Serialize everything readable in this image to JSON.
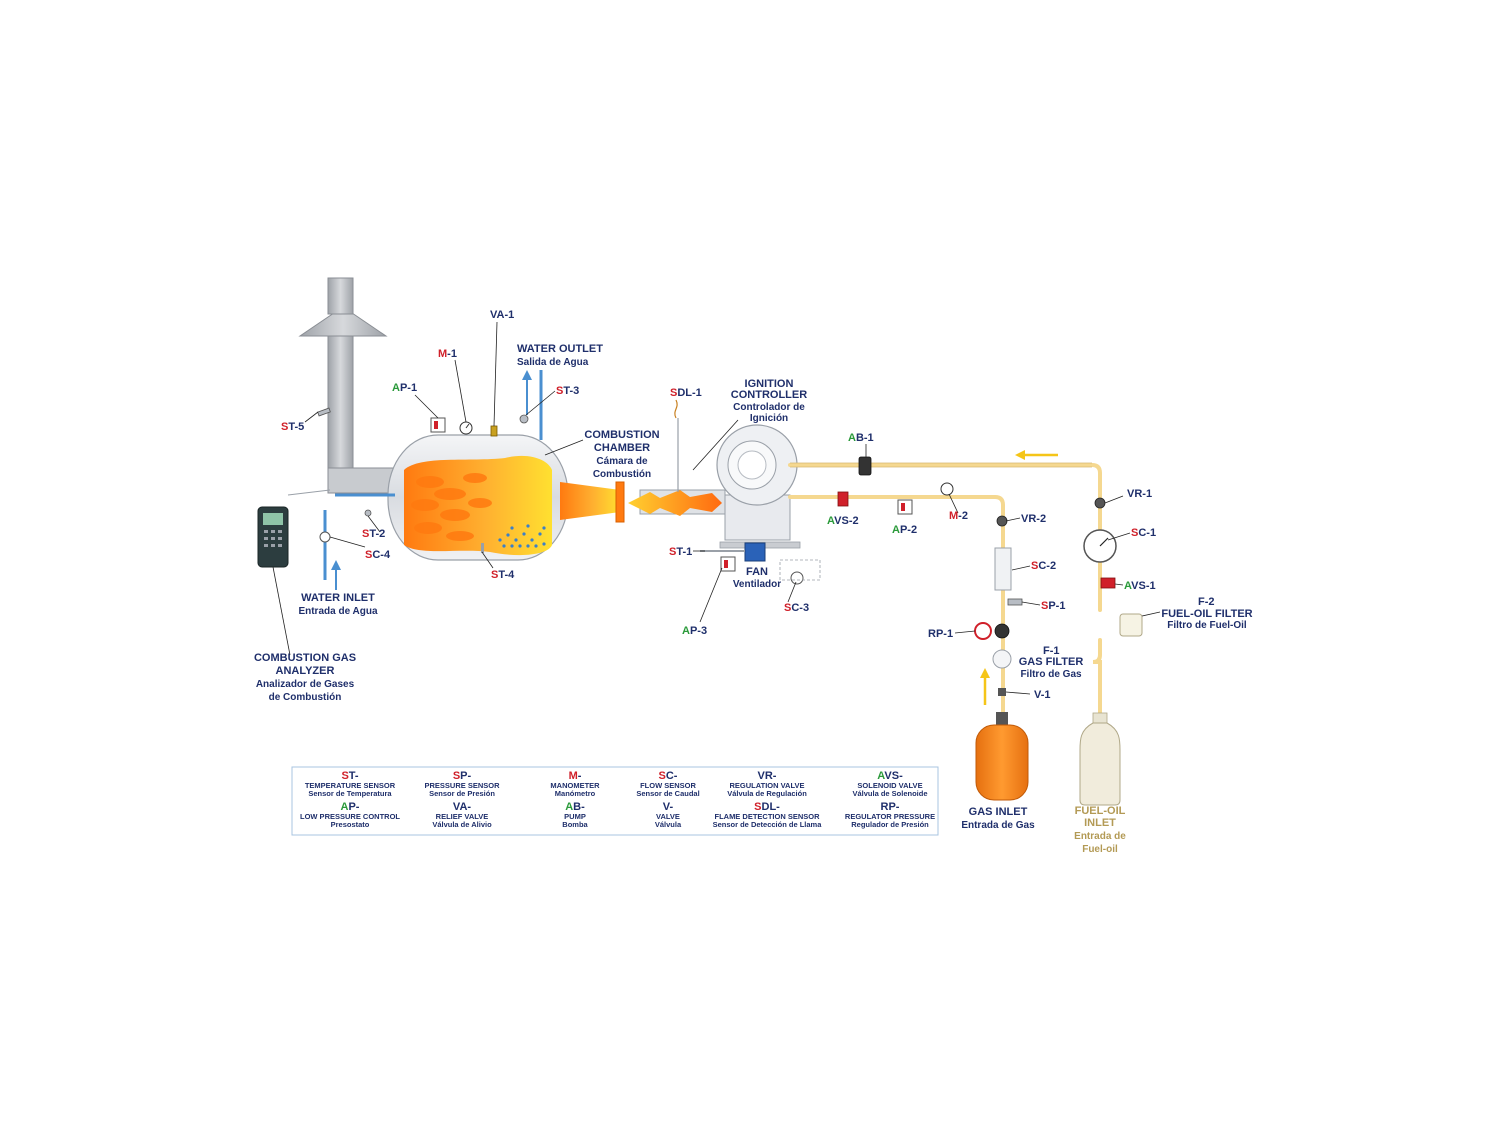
{
  "colors": {
    "gas_pipe": "#f5d890",
    "water_pipe": "#4a8fd0",
    "flame": "#ff8c1a",
    "chamber": "#e6e8ec",
    "gas_bottle": "#f08a20",
    "text": "#1f2f6b",
    "letter_red": "#d0202a",
    "letter_green": "#2a9a3a",
    "fuel_text": "#b39a55"
  },
  "components": {
    "va1": {
      "prefix": "V",
      "rest": "A-1"
    },
    "m1": {
      "prefix": "M",
      "rest": "-1"
    },
    "ap1": {
      "prefix": "A",
      "rest": "P-1"
    },
    "st5": {
      "prefix": "S",
      "rest": "T-5"
    },
    "st3": {
      "prefix": "S",
      "rest": "T-3"
    },
    "st2": {
      "prefix": "S",
      "rest": "T-2"
    },
    "sc4": {
      "prefix": "S",
      "rest": "C-4"
    },
    "st4": {
      "prefix": "S",
      "rest": "T-4"
    },
    "sdl1": {
      "prefix": "S",
      "rest": "DL-1"
    },
    "st1": {
      "prefix": "S",
      "rest": "T-1"
    },
    "ap3": {
      "prefix": "A",
      "rest": "P-3"
    },
    "sc3": {
      "prefix": "S",
      "rest": "C-3"
    },
    "ab1": {
      "prefix": "A",
      "rest": "B-1"
    },
    "avs2": {
      "prefix": "A",
      "rest": "VS-2"
    },
    "ap2": {
      "prefix": "A",
      "rest": "P-2"
    },
    "m2": {
      "prefix": "M",
      "rest": "-2"
    },
    "vr2": {
      "prefix": "V",
      "rest": "R-2"
    },
    "sc2": {
      "prefix": "S",
      "rest": "C-2"
    },
    "sp1": {
      "prefix": "S",
      "rest": "P-1"
    },
    "rp1": {
      "prefix": "R",
      "rest": "P-1"
    },
    "f1": {
      "prefix": "F",
      "rest": "-1"
    },
    "v1": {
      "prefix": "V",
      "rest": "-1"
    },
    "vr1": {
      "prefix": "V",
      "rest": "R-1"
    },
    "sc1": {
      "prefix": "S",
      "rest": "C-1"
    },
    "avs1": {
      "prefix": "A",
      "rest": "VS-1"
    },
    "f2": {
      "prefix": "F",
      "rest": "-2"
    }
  },
  "labels": {
    "water_outlet_en": "WATER OUTLET",
    "water_outlet_es": "Salida de Agua",
    "combustion_chamber_en_1": "COMBUSTION",
    "combustion_chamber_en_2": "CHAMBER",
    "combustion_chamber_es_1": "Cámara de",
    "combustion_chamber_es_2": "Combustión",
    "ignition_en_1": "IGNITION",
    "ignition_en_2": "CONTROLLER",
    "ignition_es_1": "Controlador de",
    "ignition_es_2": "Ignición",
    "water_inlet_en": "WATER INLET",
    "water_inlet_es": "Entrada de Agua",
    "fan_en": "FAN",
    "fan_es": "Ventilador",
    "analyzer_en_1": "COMBUSTION GAS",
    "analyzer_en_2": "ANALYZER",
    "analyzer_es_1": "Analizador de Gases",
    "analyzer_es_2": "de Combustión",
    "gas_filter_en": "GAS FILTER",
    "gas_filter_es": "Filtro de Gas",
    "fuel_filter_en": "FUEL-OIL FILTER",
    "fuel_filter_es": "Filtro de Fuel-Oil",
    "gas_inlet_en": "GAS INLET",
    "gas_inlet_es": "Entrada de Gas",
    "fuel_inlet_en_1": "FUEL-OIL",
    "fuel_inlet_en_2": "INLET",
    "fuel_inlet_es_1": "Entrada de",
    "fuel_inlet_es_2": "Fuel-oil"
  },
  "legend": [
    {
      "prefix": "S",
      "rest": "T-",
      "color": "red",
      "en": "TEMPERATURE SENSOR",
      "es": "Sensor de Temperatura"
    },
    {
      "prefix": "S",
      "rest": "P-",
      "color": "red",
      "en": "PRESSURE SENSOR",
      "es": "Sensor de Presión"
    },
    {
      "prefix": "M",
      "rest": "-",
      "color": "red",
      "en": "MANOMETER",
      "es": "Manómetro"
    },
    {
      "prefix": "S",
      "rest": "C-",
      "color": "red",
      "en": "FLOW SENSOR",
      "es": "Sensor de Caudal"
    },
    {
      "prefix": "V",
      "rest": "R-",
      "color": "blue",
      "en": "REGULATION VALVE",
      "es": "Válvula de Regulación"
    },
    {
      "prefix": "A",
      "rest": "VS-",
      "color": "green",
      "en": "SOLENOID VALVE",
      "es": "Válvula de Solenoide"
    },
    {
      "prefix": "A",
      "rest": "P-",
      "color": "green",
      "en": "LOW PRESSURE CONTROL",
      "es": "Presostato"
    },
    {
      "prefix": "V",
      "rest": "A-",
      "color": "blue",
      "en": "RELIEF VALVE",
      "es": "Válvula de Alivio"
    },
    {
      "prefix": "A",
      "rest": "B-",
      "color": "green",
      "en": "PUMP",
      "es": "Bomba"
    },
    {
      "prefix": "V",
      "rest": "-",
      "color": "blue",
      "en": "VALVE",
      "es": "Válvula"
    },
    {
      "prefix": "S",
      "rest": "DL-",
      "color": "red",
      "en": "FLAME DETECTION SENSOR",
      "es": "Sensor de Detección de Llama"
    },
    {
      "prefix": "R",
      "rest": "P-",
      "color": "blue",
      "en": "REGULATOR PRESSURE",
      "es": "Regulador de Presión"
    }
  ]
}
